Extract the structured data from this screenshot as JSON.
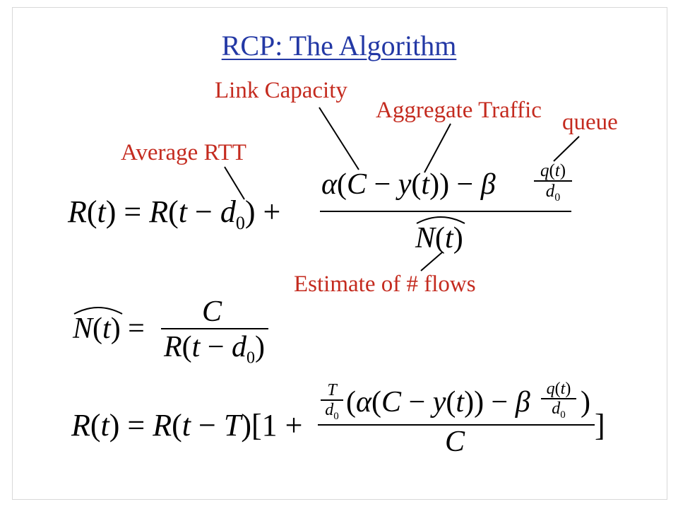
{
  "slide": {
    "title": "RCP: The Algorithm",
    "annotations": {
      "link_capacity": "Link Capacity",
      "aggregate_traffic": "Aggregate Traffic",
      "queue": "queue",
      "average_rtt": "Average RTT",
      "estimate_flows": "Estimate of # flows"
    },
    "colors": {
      "title": "#2338a5",
      "annotation": "#c42b1f",
      "math": "#000000"
    },
    "equations": {
      "eq1": {
        "lhs": "R(t) = R(t − d0) +",
        "numerator": "α(C − y(t)) − β q(t)/d0",
        "denominator": "N(t) hat"
      },
      "eq2": {
        "lhs": "N(t) hat =",
        "numerator": "C",
        "denominator": "R(t − d0)"
      },
      "eq3": {
        "lhs": "R(t) = R(t − T)[1 +",
        "numerator": "T/d0 (α(C − y(t)) − β q(t)/d0)",
        "denominator": "C",
        "close": "]"
      }
    }
  }
}
